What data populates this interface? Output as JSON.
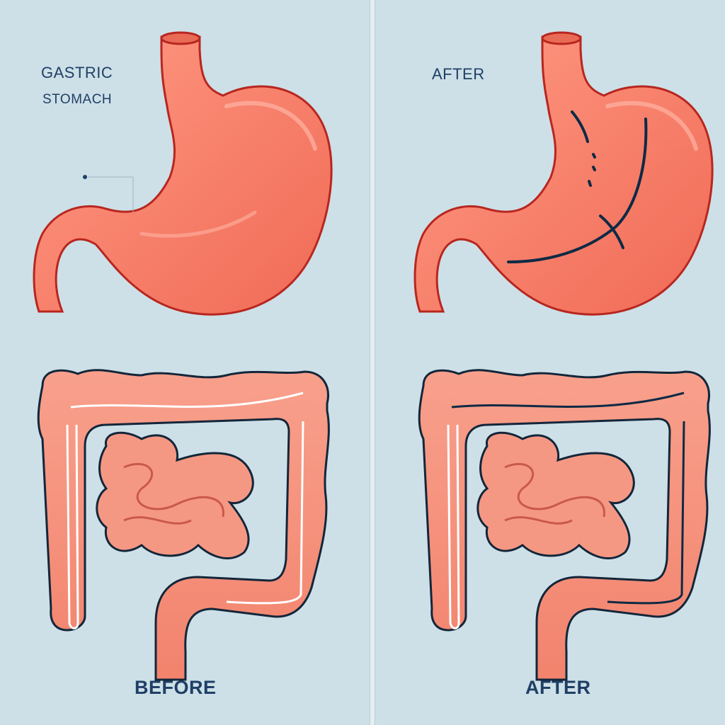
{
  "labels": {
    "gastric": "GASTRIC",
    "stomach": "STOMACH",
    "after_top": "AFTER",
    "before": "BEFORE",
    "after_bottom": "AFTER"
  },
  "colors": {
    "background": "#cde0e7",
    "organ_fill": "#f47a64",
    "organ_highlight": "#ff9c88",
    "outline": "#b8261f",
    "intestine_fill": "#f48c76",
    "intestine_outline": "#13263a",
    "suture_line": "#0e2a45",
    "text": "#1f3f66"
  }
}
